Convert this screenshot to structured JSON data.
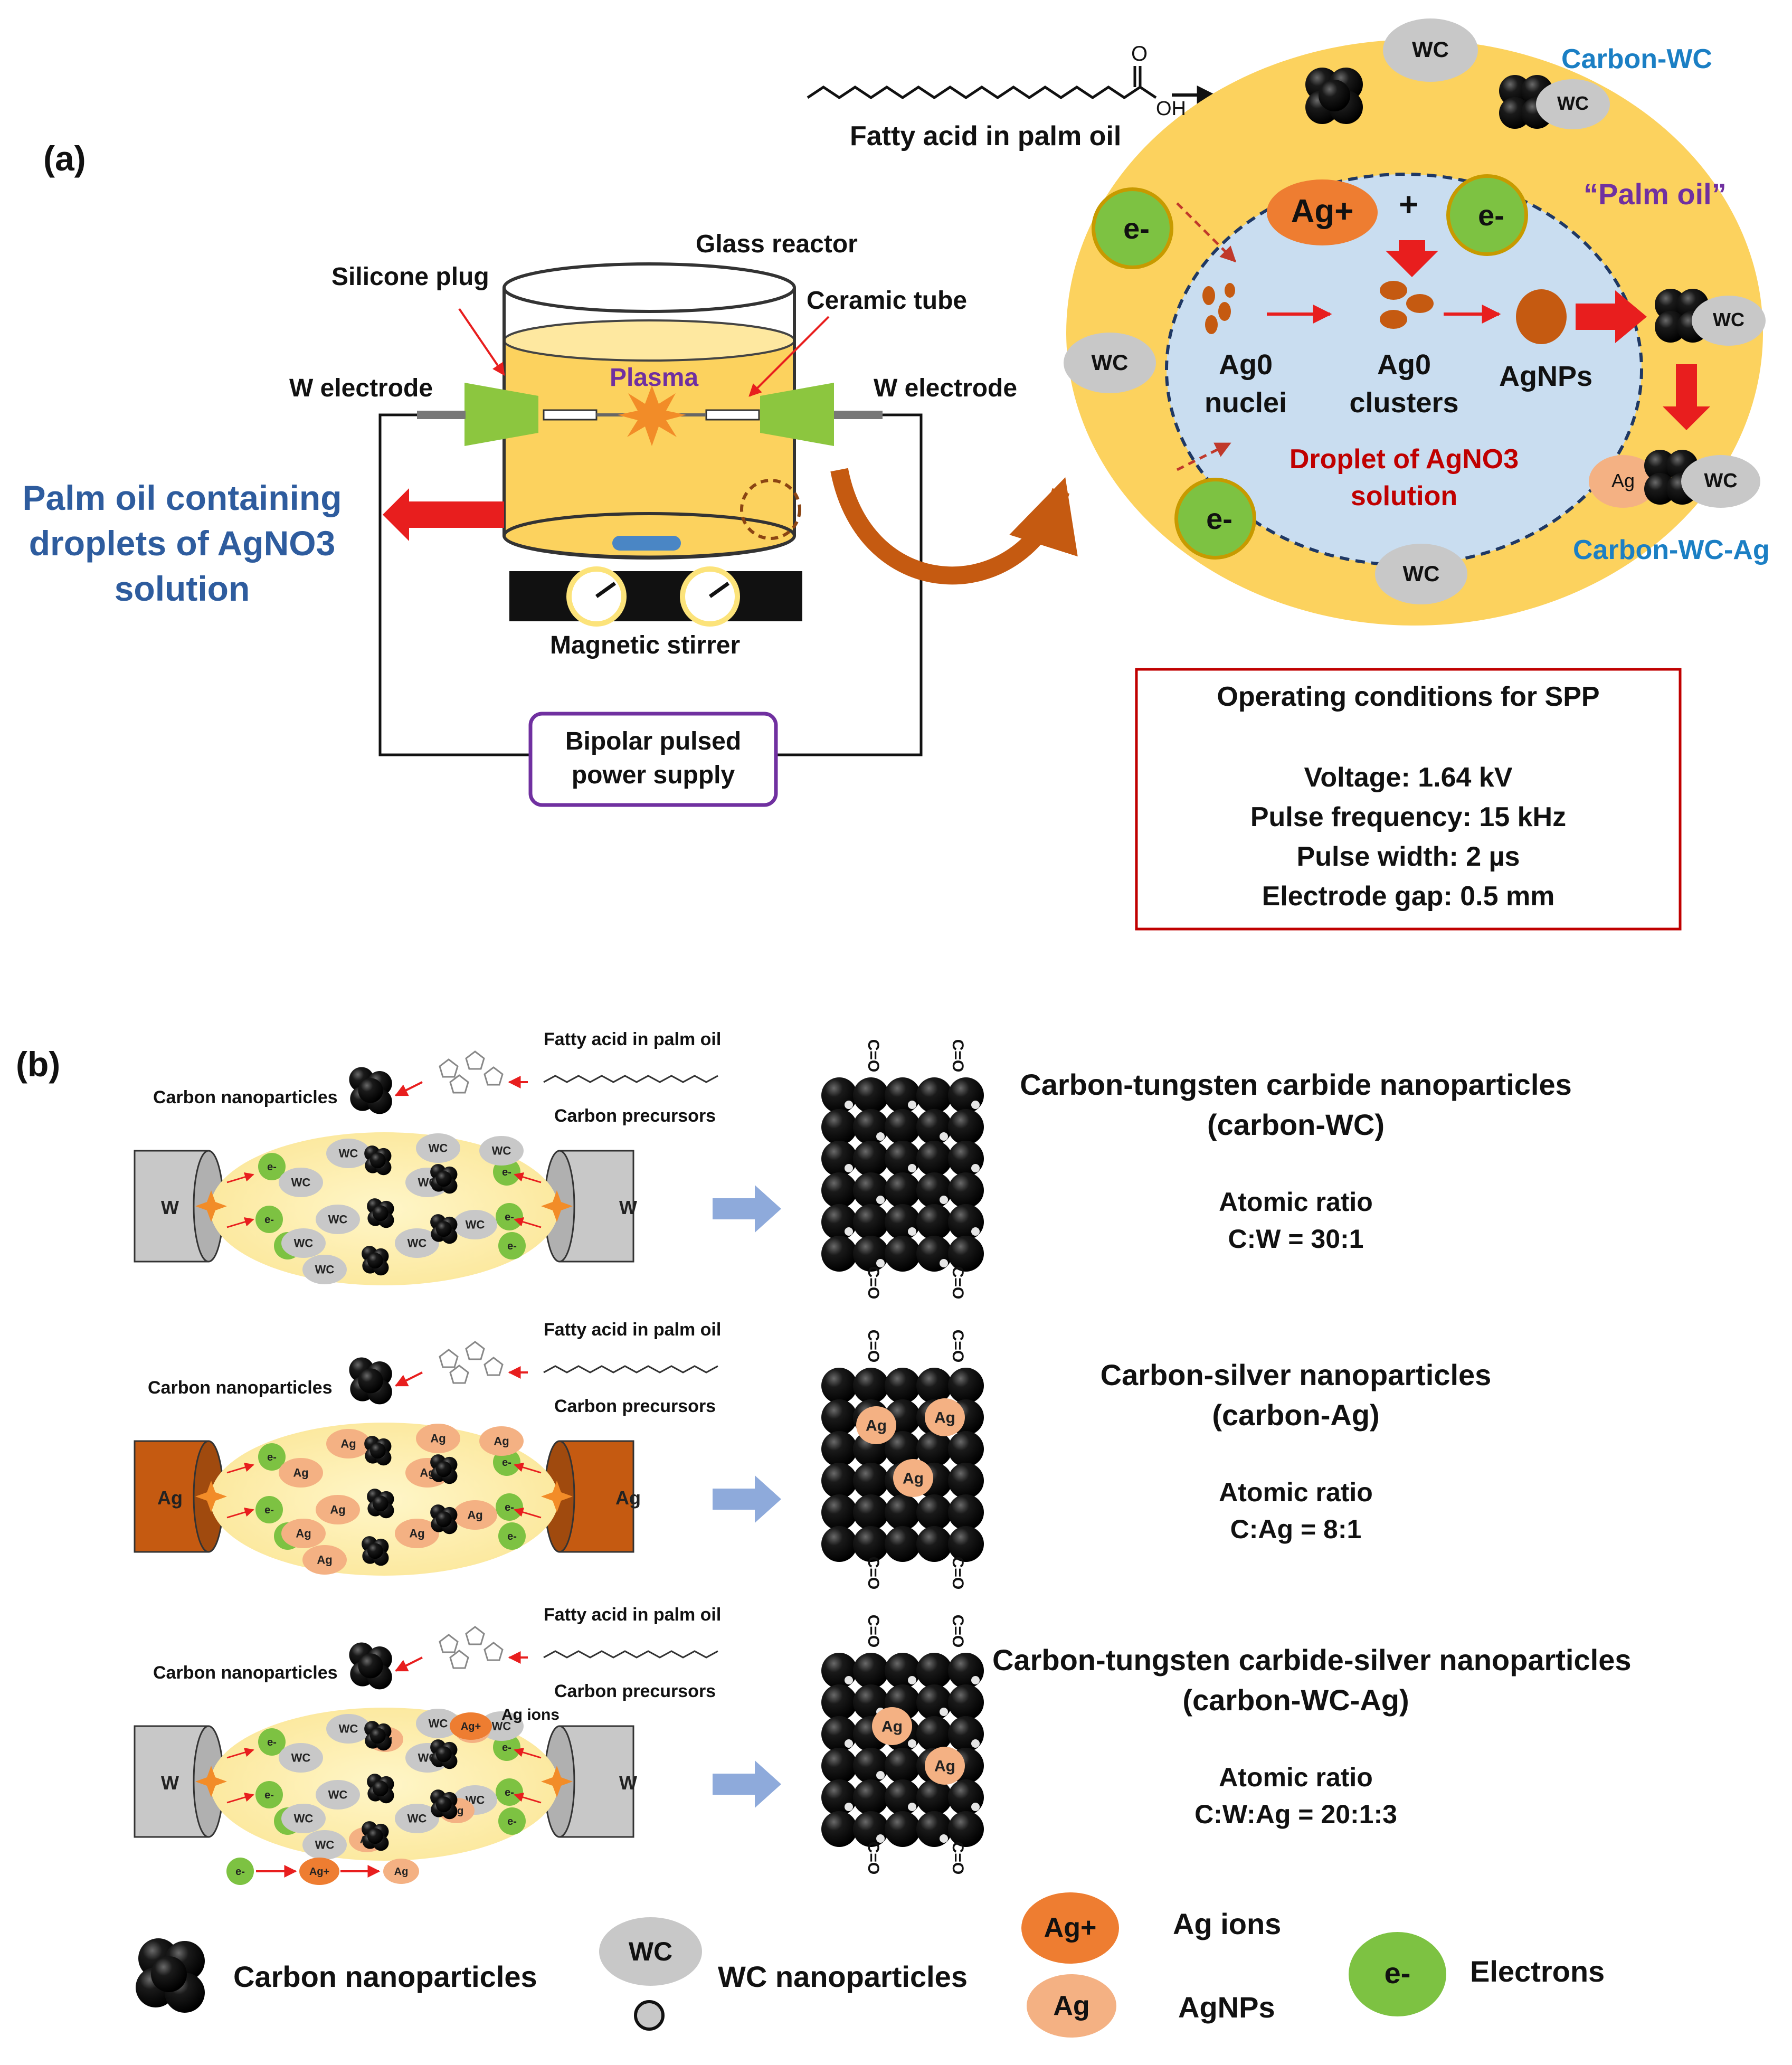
{
  "panel_a": {
    "label": "(a)",
    "fatty_acid": "Fatty acid in palm oil",
    "oh": "OH",
    "o": "O",
    "carbon_wc": "Carbon-WC",
    "carbon_wc_ag": "Carbon-WC-Ag",
    "palm_oil": "“Palm oil”",
    "ag_plus": "Ag+",
    "plus": "+",
    "e_minus": "e-",
    "wc": "WC",
    "ag": "Ag",
    "ag0_nuclei": [
      "Ag0",
      "nuclei"
    ],
    "ag0_clusters": [
      "Ag0",
      "clusters"
    ],
    "agnps": "AgNPs",
    "droplet": [
      "Droplet of AgNO3",
      "solution"
    ],
    "glass_reactor": "Glass reactor",
    "silicone_plug": "Silicone plug",
    "ceramic_tube": "Ceramic tube",
    "plasma": "Plasma",
    "w_electrode_left": "W electrode",
    "w_electrode_right": "W electrode",
    "palm_oil_containing": [
      "Palm oil containing",
      "droplets of AgNO3",
      "solution"
    ],
    "magnetic_stirrer": "Magnetic stirrer",
    "power_supply": [
      "Bipolar pulsed",
      "power supply"
    ],
    "conditions_title": "Operating conditions for SPP",
    "conditions": [
      "Voltage: 1.64 kV",
      "Pulse frequency: 15 kHz",
      "Pulse width: 2 µs",
      "Electrode gap: 0.5 mm"
    ]
  },
  "panel_b": {
    "label": "(b)",
    "rows": [
      {
        "electrode": "W",
        "fatty_acid": "Fatty acid in palm oil",
        "carbon_np": "Carbon nanoparticles",
        "precursors": "Carbon precursors",
        "title": [
          "Carbon-tungsten carbide nanoparticles",
          "(carbon-WC)"
        ],
        "ratio_label": "Atomic ratio",
        "ratio": "C:W = 30:1"
      },
      {
        "electrode": "Ag",
        "fatty_acid": "Fatty acid in palm oil",
        "carbon_np": "Carbon nanoparticles",
        "precursors": "Carbon precursors",
        "title": [
          "Carbon-silver nanoparticles",
          "(carbon-Ag)"
        ],
        "ratio_label": "Atomic ratio",
        "ratio": "C:Ag = 8:1"
      },
      {
        "electrode": "W",
        "fatty_acid": "Fatty acid in palm oil",
        "carbon_np": "Carbon nanoparticles",
        "precursors": "Carbon precursors",
        "ag_ions": "Ag ions",
        "title": [
          "Carbon-tungsten carbide-silver nanoparticles",
          "(carbon-WC-Ag)"
        ],
        "ratio_label": "Atomic ratio",
        "ratio": "C:W:Ag = 20:1:3"
      }
    ],
    "surface_group": "C=O"
  },
  "legend": {
    "carbon": "Carbon nanoparticles",
    "wc_badge": "WC",
    "wc": "WC nanoparticles",
    "ag_plus_badge": "Ag+",
    "ag_ions": "Ag ions",
    "ag_badge": "Ag",
    "agnps": "AgNPs",
    "e_badge": "e-",
    "electrons": "Electrons"
  },
  "colors": {
    "palm_yellow": "#FCD25E",
    "droplet_blue": "#C9DDF0",
    "electron_green": "#7DC242",
    "ag_ion_orange": "#EE7D31",
    "agnp_peach": "#F4B183",
    "wc_grey": "#C8C8C8",
    "title_blue": "#2E5C9E",
    "cyan_blue": "#1B7FC4",
    "droplet_red": "#C00000",
    "purple": "#7030A0",
    "arrow_red": "#E81E1E",
    "arrow_blue": "#8EAADB",
    "electrode_green": "#8CC63F",
    "ag_electrode": "#C55A11"
  }
}
